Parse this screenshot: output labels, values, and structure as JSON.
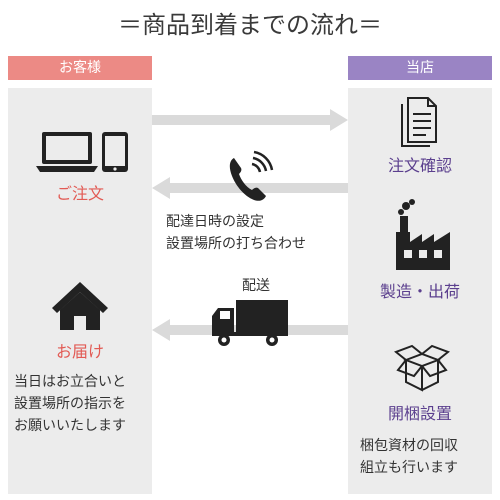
{
  "title": "＝商品到着までの流れ＝",
  "columns": {
    "customer": "お客様",
    "shop": "当店"
  },
  "steps": {
    "order": "ご注文",
    "order_confirm": "注文確認",
    "manufacture": "製造・出荷",
    "delivery": "お届け",
    "unpack": "開梱設置"
  },
  "notes": {
    "phone": [
      "配達日時の設定",
      "設置場所の打ち合わせ"
    ],
    "shipping": "配送",
    "delivery": [
      "当日はお立合いと",
      "設置場所の指示を",
      "お願いいたします"
    ],
    "unpack": [
      "梱包資材の回収",
      "組立も行います"
    ]
  },
  "icons": {
    "computer": "laptop-and-tablet-icon",
    "document": "document-icon",
    "phone": "telephone-icon",
    "factory": "factory-icon",
    "truck": "truck-icon",
    "home": "home-icon",
    "box": "open-box-icon"
  },
  "colors": {
    "customer_accent": "#ec8a85",
    "shop_accent": "#9a84c4",
    "customer_text": "#e25a54",
    "shop_text": "#5b3f8e",
    "panel": "#ececec",
    "arrow": "#dadada"
  }
}
